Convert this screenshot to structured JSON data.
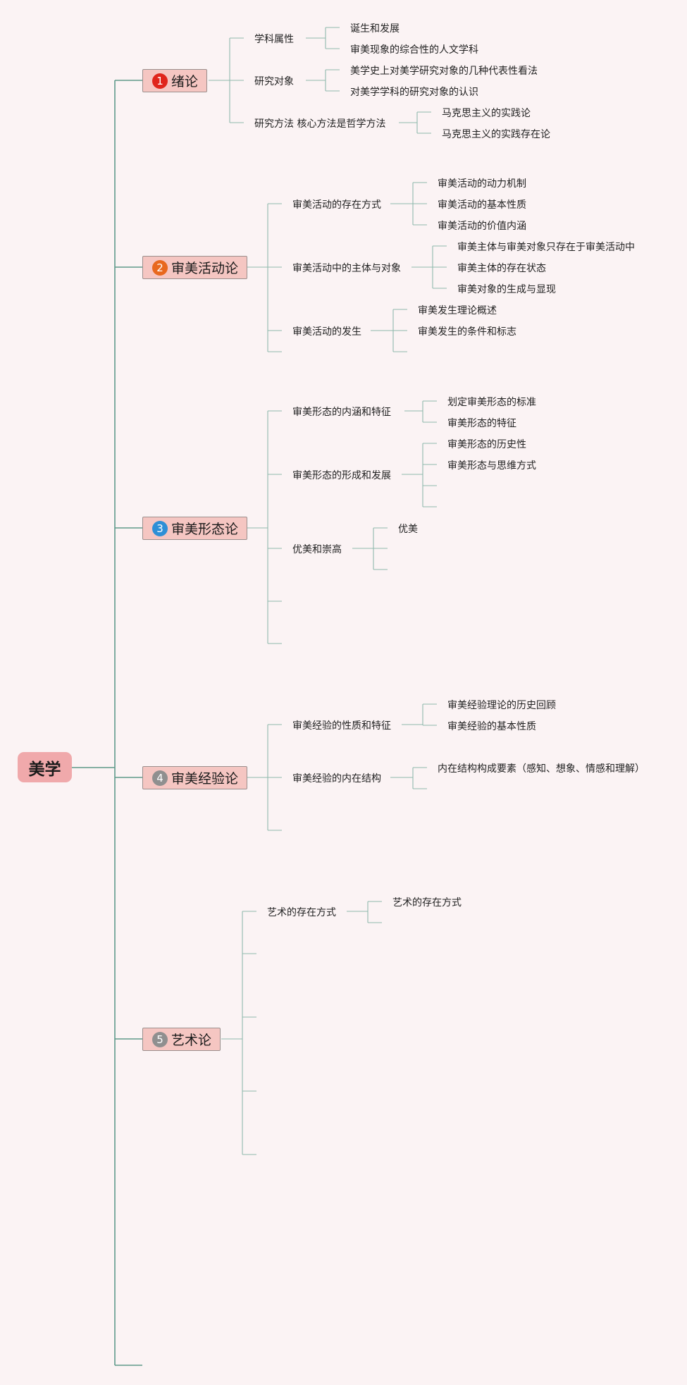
{
  "root": {
    "label": "美学"
  },
  "colors": {
    "line_root": "#5f9a8a",
    "line_branch": "#8fb9ad",
    "chapter_fill": "#f5c6c2",
    "root_fill": "#f0a9ab"
  },
  "chapters": [
    {
      "num": "1",
      "num_color": "#e0251c",
      "label": "绪论",
      "topics": [
        {
          "label": "学科属性",
          "items": [
            "诞生和发展",
            "审美现象的综合性的人文学科"
          ]
        },
        {
          "label": "研究对象",
          "items": [
            "美学史上对美学研究对象的几种代表性看法",
            "对美学学科的研究对象的认识"
          ]
        },
        {
          "label": "研究方法 核心方法是哲学方法",
          "items": [
            "马克思主义的实践论",
            "马克思主义的实践存在论"
          ]
        }
      ]
    },
    {
      "num": "2",
      "num_color": "#e8681e",
      "label": "审美活动论",
      "topics": [
        {
          "label": "审美活动的存在方式",
          "items": [
            "审美活动的动力机制",
            "审美活动的基本性质",
            "审美活动的价值内涵"
          ]
        },
        {
          "label": "审美活动中的主体与对象",
          "items": [
            "审美主体与审美对象只存在于审美活动中",
            "审美主体的存在状态",
            "审美对象的生成与显现"
          ]
        },
        {
          "label": "审美活动的发生",
          "items": [
            "审美发生理论概述",
            "审美发生的条件和标志"
          ]
        }
      ]
    },
    {
      "num": "3",
      "num_color": "#2e8fd6",
      "label": "审美形态论",
      "topics": [
        {
          "label": "审美形态的内涵和特征",
          "items": [
            "划定审美形态的标准",
            "审美形态的特征"
          ]
        },
        {
          "label": "审美形态的形成和发展",
          "items": [
            "审美形态的历史性",
            "审美形态与思维方式"
          ]
        },
        {
          "label": "优美和崇高",
          "items": [
            "优美"
          ]
        }
      ]
    },
    {
      "num": "4",
      "num_color": "#8f8f8f",
      "label": "审美经验论",
      "topics": [
        {
          "label": "审美经验的性质和特征",
          "items": [
            "审美经验理论的历史回顾",
            "审美经验的基本性质"
          ]
        },
        {
          "label": "审美经验的内在结构",
          "items": [
            "内在结构构成要素（感知、想象、情感和理解）"
          ]
        }
      ]
    },
    {
      "num": "5",
      "num_color": "#8f8f8f",
      "label": "艺术论",
      "topics": [
        {
          "label": "艺术的存在方式",
          "items": [
            "艺术的存在方式"
          ]
        }
      ]
    }
  ]
}
